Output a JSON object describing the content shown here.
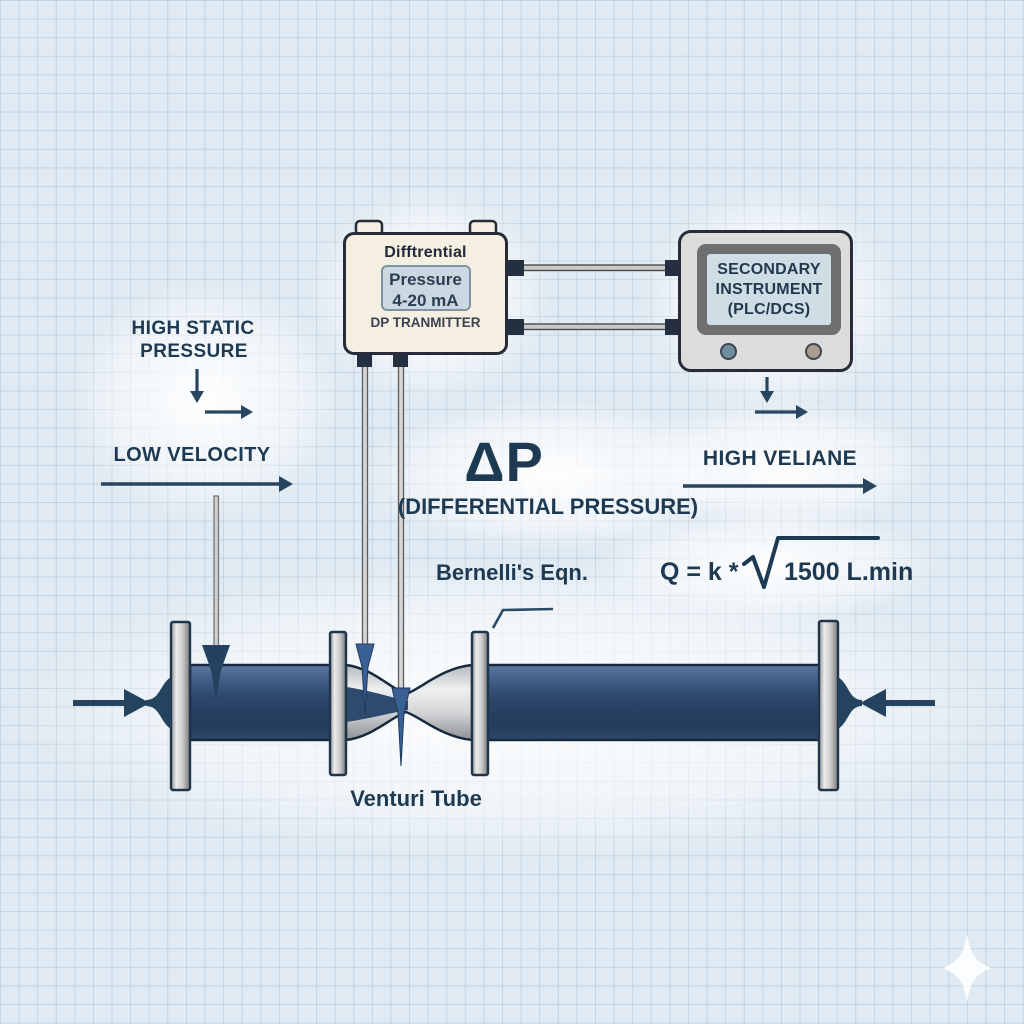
{
  "diagram_title": "Venturi tube differential-pressure flow measurement diagram",
  "colors": {
    "background": "#e0eaf2",
    "grid_line": "#94b0ca",
    "text_navy": "#1e3a52",
    "pipe_blue": "#2b4265",
    "metal_silver": "#d9d9d9",
    "transmitter_cream": "#f4efe0",
    "screen_blue_gray": "#cfdde4",
    "impulse_arrow_blue": "#3a6195"
  },
  "transmitter": {
    "title": "Difftrential",
    "display_line1": "Pressure",
    "display_line2": "4-20 mA",
    "caption": "DP TRANMITTER"
  },
  "instrument": {
    "screen_line1": "SECONDARY",
    "screen_line2": "INSTRUMENT",
    "screen_line3": "(PLC/DCS)"
  },
  "labels": {
    "high_static_line1": "HIGH STATIC",
    "high_static_line2": "PRESSURE",
    "low_velocity": "LOW VELOCITY",
    "delta_p": "ΔP",
    "differential_pressure": "(DIFFERENTIAL PRESSURE)",
    "high_veliane": "HIGH VELIANE",
    "bernellis_eqn": "Bernelli's Eqn.",
    "equation_lhs": "Q = k *",
    "equation_radicand": "1500 L.min",
    "venturi_tube": "Venturi Tube"
  }
}
